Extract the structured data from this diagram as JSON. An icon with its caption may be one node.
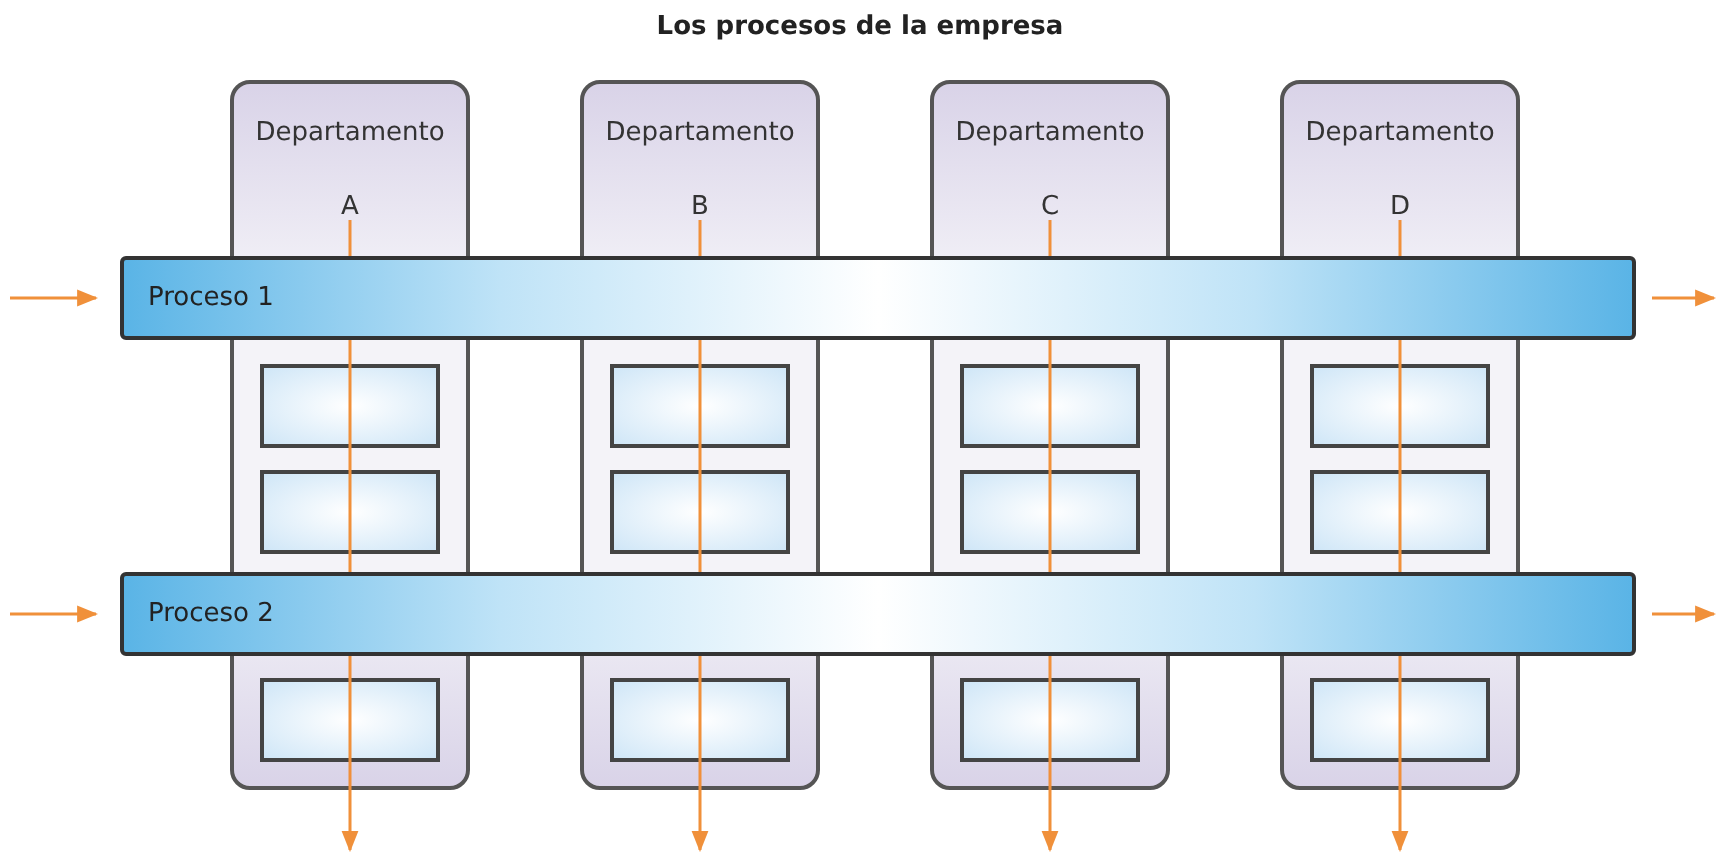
{
  "diagram": {
    "title": "Los procesos de la empresa",
    "nodes": [
      {
        "text": [
          "Departamento A"
        ]
      },
      {
        "text": [
          "Departamento B"
        ]
      },
      {
        "text": [
          "Departamento C"
        ]
      },
      {
        "text": [
          "Departamento D"
        ]
      },
      {
        "text": [
          "Proceso 1"
        ]
      },
      {
        "text": [
          "Proceso 2"
        ]
      },
      {
        "text": [],
        "shape": "box",
        "in": 0
      },
      {
        "text": [],
        "shape": "box",
        "in": 0
      },
      {
        "text": [],
        "shape": "box",
        "in": 0
      },
      {
        "text": [],
        "shape": "box",
        "in": 1
      },
      {
        "text": [],
        "shape": "box",
        "in": 1
      },
      {
        "text": [],
        "shape": "box",
        "in": 1
      },
      {
        "text": [],
        "shape": "box",
        "in": 2
      },
      {
        "text": [],
        "shape": "box",
        "in": 2
      },
      {
        "text": [],
        "shape": "box",
        "in": 2
      },
      {
        "text": [],
        "shape": "box",
        "in": 3
      },
      {
        "text": [],
        "shape": "box",
        "in": 3
      },
      {
        "text": [],
        "shape": "box",
        "in": 3
      }
    ],
    "edges": [
      {
        "from": null,
        "to": 4,
        "arrow": "to"
      },
      {
        "from": 4,
        "to": null,
        "arrow": "to"
      },
      {
        "from": null,
        "to": 5,
        "arrow": "to"
      },
      {
        "from": 5,
        "to": null,
        "arrow": "to"
      },
      {
        "from": 0,
        "to": null,
        "arrow": "to"
      },
      {
        "from": 1,
        "to": null,
        "arrow": "to"
      },
      {
        "from": 2,
        "to": null,
        "arrow": "to"
      },
      {
        "from": 3,
        "to": null,
        "arrow": "to"
      }
    ]
  }
}
